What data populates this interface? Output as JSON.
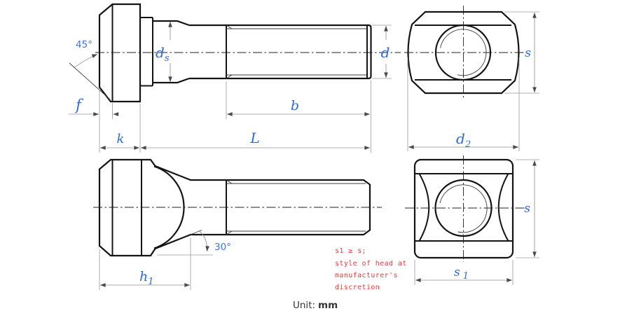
{
  "drawing_type": "T-head bolt engineering drawing",
  "labels": {
    "angle_45": "45°",
    "ds_base": "d",
    "ds_sub": "s",
    "d": "d",
    "b": "b",
    "l": "L",
    "f": "f",
    "k": "k",
    "s_top": "s",
    "d2_base": "d",
    "d2_sub": "2",
    "angle_30": "30°",
    "h1_base": "h",
    "h1_sub": "1",
    "s_side": "s",
    "s1_base": "s",
    "s1_sub": "1"
  },
  "note": {
    "line1": "s1 ≥ s;",
    "line2": "style of head at",
    "line3": "manufacturer's",
    "line4": "discretion"
  },
  "unit": {
    "label": "Unit:",
    "value": "mm"
  },
  "colors": {
    "outline": "#141414",
    "dimension_gray": "#929292",
    "label_blue": "#2e6ad9",
    "note_red": "#e23b3b"
  }
}
